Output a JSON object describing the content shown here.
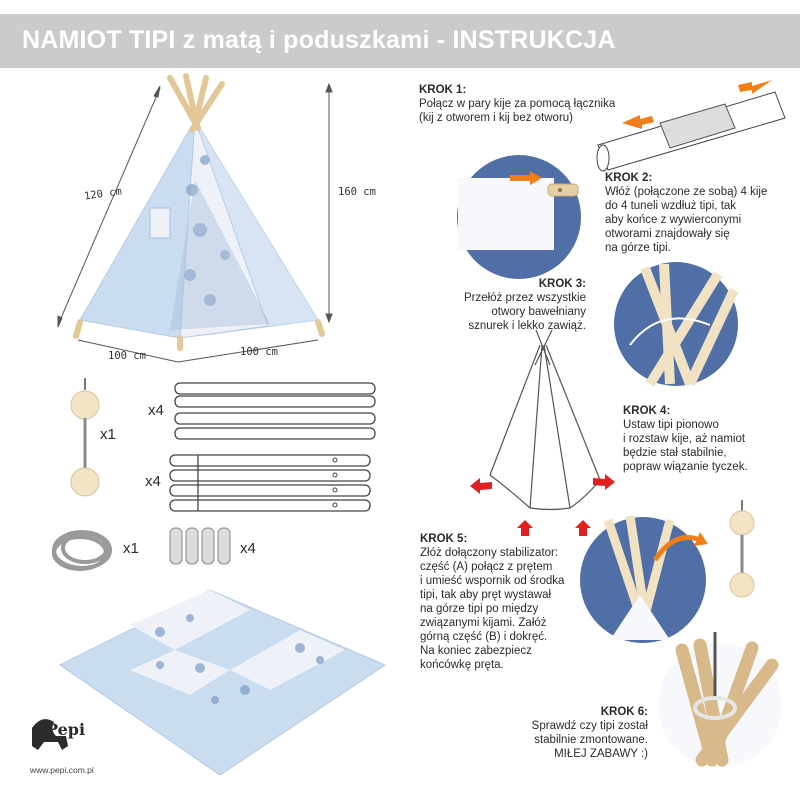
{
  "header": {
    "title": "NAMIOT TIPI z matą i poduszkami - INSTRUKCJA"
  },
  "dimensions": {
    "side": "120 cm",
    "height": "160 cm",
    "base_left": "100 cm",
    "base_right": "100 cm"
  },
  "parts": {
    "stabilizer_qty": "x1",
    "poles_a_qty": "x4",
    "poles_b_qty": "x4",
    "rope_qty": "x1",
    "connectors_qty": "x4"
  },
  "steps": [
    {
      "title": "KROK 1:",
      "lines": [
        "Połącz w pary kije za pomocą łącznika",
        "(kij z otworem i kij bez otworu)"
      ]
    },
    {
      "title": "KROK 2:",
      "lines": [
        "Włóż (połączone ze sobą) 4 kije",
        "do 4 tuneli wzdłuż tipi, tak",
        "aby końce z wywierconymi",
        "otworami znajdowały się",
        "na górze tipi."
      ]
    },
    {
      "title": "KROK 3:",
      "lines": [
        "Przełóż przez wszystkie",
        "otwory bawełniany",
        "sznurek i lekko zawiąż."
      ]
    },
    {
      "title": "KROK 4:",
      "lines": [
        "Ustaw tipi pionowo",
        "i rozstaw kije, aż namiot",
        "będzie stał stabilnie,",
        "popraw wiązanie tyczek."
      ]
    },
    {
      "title": "KROK 5:",
      "lines": [
        "Złóż dołączony stabilizator:",
        "część (A) połącz z prętem",
        "i umieść wspornik od środka",
        "tipi, tak aby pręt wystawał",
        "na górze tipi po między",
        "związanymi kijami. Załóż",
        "górną część (B) i dokręć.",
        "Na koniec zabezpiecz",
        "końcówkę pręta."
      ]
    },
    {
      "title": "KROK 6:",
      "lines": [
        "Sprawdź czy tipi został",
        "stabilnie zmontowane.",
        "MIŁEJ ZABAWY :)"
      ]
    }
  ],
  "brand": {
    "logo": "Pepi",
    "website": "www.pepi.com.pl"
  },
  "colors": {
    "banner": "#cbcbcb",
    "tent_blue": "#c9dcf0",
    "circle_blue": "#4f6fa6",
    "pole_wood": "#e6cfa0",
    "arrow_orange": "#f07f1a",
    "arrow_red": "#e02020"
  }
}
